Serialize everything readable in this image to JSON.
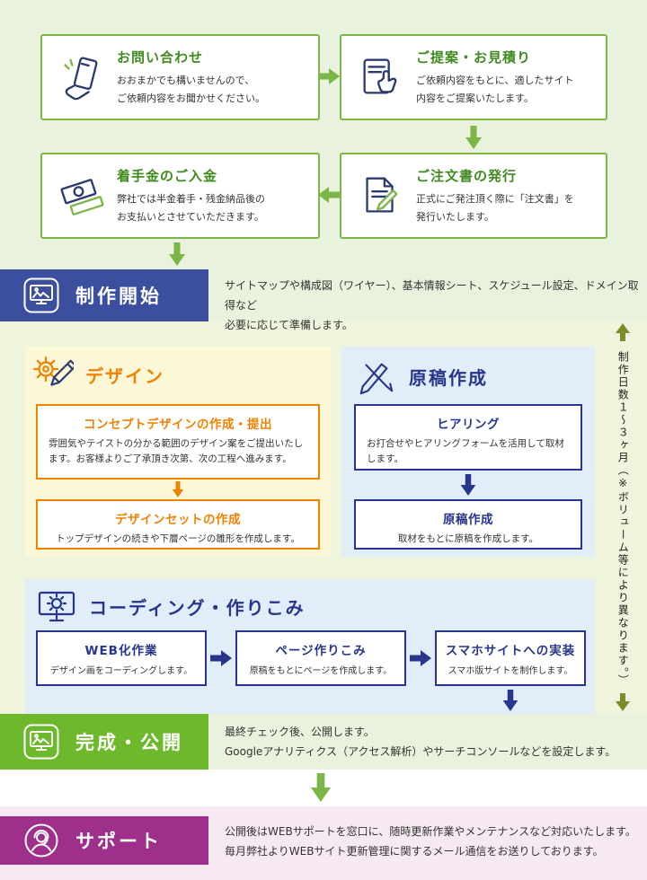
{
  "colors": {
    "green": "#7cb646",
    "green_title": "#3f8a1e",
    "blue_banner": "#3c4f9e",
    "orange": "#ef8200",
    "navy": "#27368c",
    "lime_banner": "#6eb92b",
    "purple_banner": "#9e2f8a",
    "olive_arrow": "#7b8d2a"
  },
  "top_flow": {
    "boxes": [
      {
        "icon": "phone-hand-icon",
        "title": "お問い合わせ",
        "desc": "おおまかでも構いませんので、\nご依頼内容をお聞かせください。"
      },
      {
        "icon": "tablet-tap-icon",
        "title": "ご提案・お見積り",
        "desc": "ご依頼内容をもとに、適したサイト\n内容をご提案いたします。"
      },
      {
        "icon": "money-bills-icon",
        "title": "着手金のご入金",
        "desc": "弊社では半金着手・残金納品後の\nお支払いとさせていただきます。"
      },
      {
        "icon": "order-document-icon",
        "title": "ご注文書の発行",
        "desc": "正式にご発注頂く際に「注文書」を\n発行いたします。"
      }
    ]
  },
  "production_start": {
    "label": "制作開始",
    "icon": "monitor-graphic-icon",
    "desc": "サイトマップや構成図（ワイヤー）、基本情報シート、スケジュール設定、ドメイン取得など\n必要に応じて準備します。"
  },
  "design": {
    "header": "デザイン",
    "icon": "gear-pencil-icon",
    "boxes": [
      {
        "title": "コンセプトデザインの作成・提出",
        "desc": "雰囲気やテイストの分かる範囲のデザイン案をご提出いたします。お客様よりご了承頂き次第、次の工程へ進みます。"
      },
      {
        "title": "デザインセットの作成",
        "desc": "トップデザインの続きや下層ページの雛形を作成します。"
      }
    ]
  },
  "writing": {
    "header": "原稿作成",
    "icon": "pen-tools-icon",
    "boxes": [
      {
        "title": "ヒアリング",
        "desc": "お打合せやヒアリングフォームを活用して取材します。"
      },
      {
        "title": "原稿作成",
        "desc": "取材をもとに原稿を作成します。"
      }
    ]
  },
  "duration_note": "制作日数１〜３ヶ月（※ボリューム等により異なります。）",
  "coding": {
    "header": "コーディング・作りこみ",
    "icon": "monitor-gear-icon",
    "boxes": [
      {
        "title": "WEB化作業",
        "desc": "デザイン画をコーディングします。"
      },
      {
        "title": "ページ作りこみ",
        "desc": "原稿をもとにページを作成します。"
      },
      {
        "title": "スマホサイトへの実装",
        "desc": "スマホ版サイトを制作します。"
      }
    ]
  },
  "completion": {
    "label": "完成・公開",
    "icon": "monitor-graphic-icon",
    "desc": "最終チェック後、公開します。\nGoogleアナリティクス（アクセス解析）やサーチコンソールなどを設定します。"
  },
  "support": {
    "label": "サポート",
    "icon": "headset-person-icon",
    "desc": "公開後はWEBサポートを窓口に、随時更新作業やメンテナンスなど対応いたします。\n毎月弊社よりWEBサイト更新管理に関するメール通信をお送りしております。"
  }
}
